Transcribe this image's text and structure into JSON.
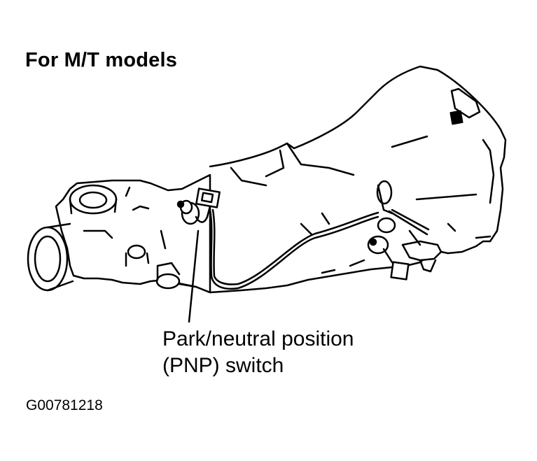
{
  "title": "For M/T models",
  "callout": {
    "line1": "Park/neutral position",
    "line2": "(PNP) switch"
  },
  "figure_id": "G00781218"
}
